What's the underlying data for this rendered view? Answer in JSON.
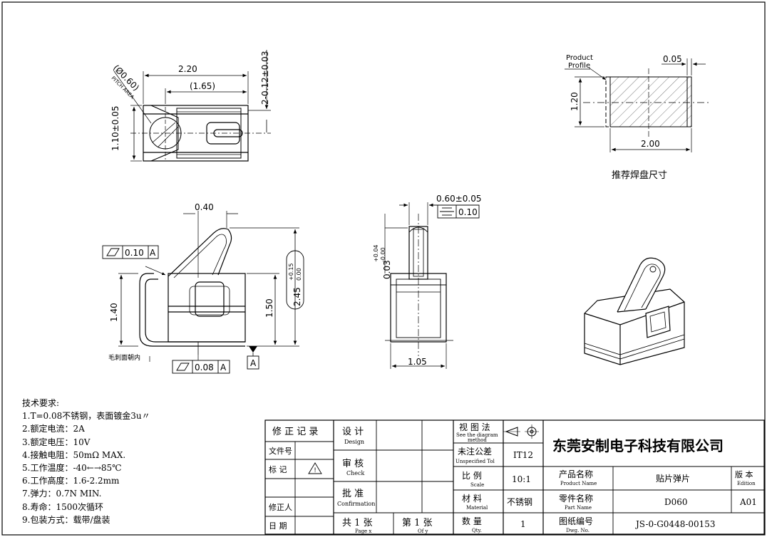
{
  "views": {
    "top": {
      "pitch_dia": "(Ø0.60)",
      "pitch_area": "PITCH AREA",
      "length": "2.20",
      "inner_length": "(1.65)",
      "height_tol": "2-0.12±0.03",
      "width": "1.10±0.05"
    },
    "pad": {
      "product_profile_1": "Product",
      "product_profile_2": "Profile",
      "offset": "0.05",
      "height": "1.20",
      "width": "2.00",
      "caption": "推荐焊盘尺寸"
    },
    "side": {
      "arm_offset": "0.40",
      "flatness_top_value": "0.10",
      "flatness_top_datum": "A",
      "height": "1.40",
      "body_height": "1.50",
      "free_height": "2.45",
      "free_height_tol_upper": "+0.15",
      "free_height_tol_lower": "0.00",
      "burr_note": "毛刺面朝内",
      "flatness_bottom_value": "0.08",
      "flatness_bottom_datum": "A",
      "datum_label": "A"
    },
    "front": {
      "thickness": "0.60±0.05",
      "symmetry_value": "0.10",
      "offset": "0.03",
      "offset_tol_upper": "+0.04",
      "offset_tol_lower": "-0.00",
      "width": "1.05"
    }
  },
  "notes": {
    "title": "技术要求:",
    "items": [
      "1.T=0.08不锈钢，表面镀金3u〃",
      "2.额定电流：2A",
      "3.额定电压：10V",
      "4.接触电阻：50mΩ  MAX.",
      "5.工作温度：-40←→85℃",
      "6.工作高度：1.6-2.2mm",
      "7.弹力：0.7N MIN.",
      "8.寿命：1500次循环",
      "9.包装方式：载带/盘装"
    ]
  },
  "title_block": {
    "revision_record": "修 正 记 录",
    "doc_no": "文件号",
    "mark": "标  记",
    "revised_by": "修正人",
    "date": "日 期",
    "design_cn": "设 计",
    "design_en": "Design",
    "check_cn": "审 核",
    "check_en": "Check",
    "confirm_cn": "批 准",
    "confirm_en": "Confirmation",
    "total_cn": "共  1  张",
    "total_en": "Page x",
    "sheet_cn": "第  1  张",
    "sheet_en": "Of y",
    "view_method_cn": "视 图 法",
    "view_method_en1": "See the diagram",
    "view_method_en2": "method",
    "tol_cn": "未注公差",
    "tol_en": "Unspecified Tol",
    "tol_value": "IT12",
    "scale_cn": "比  例",
    "scale_en": "Scale",
    "scale_value": "10:1",
    "material_cn": "材  料",
    "material_en": "Material",
    "material_value": "不锈钢",
    "qty_cn": "数  量",
    "qty_en": "Qty.",
    "qty_value": "1",
    "company": "东莞安制电子科技有限公司",
    "product_name_cn": "产品名称",
    "product_name_en": "Product Name",
    "product_name_value": "贴片弹片",
    "part_name_cn": "零件名称",
    "part_name_en": "Part Name",
    "part_name_value": "D060",
    "dwg_no_cn": "图纸编号",
    "dwg_no_en": "Dwg. No.",
    "dwg_no_value": "JS-0-G0448-00153",
    "edition_cn": "版  本",
    "edition_en": "Edition",
    "edition_value": "A01"
  }
}
